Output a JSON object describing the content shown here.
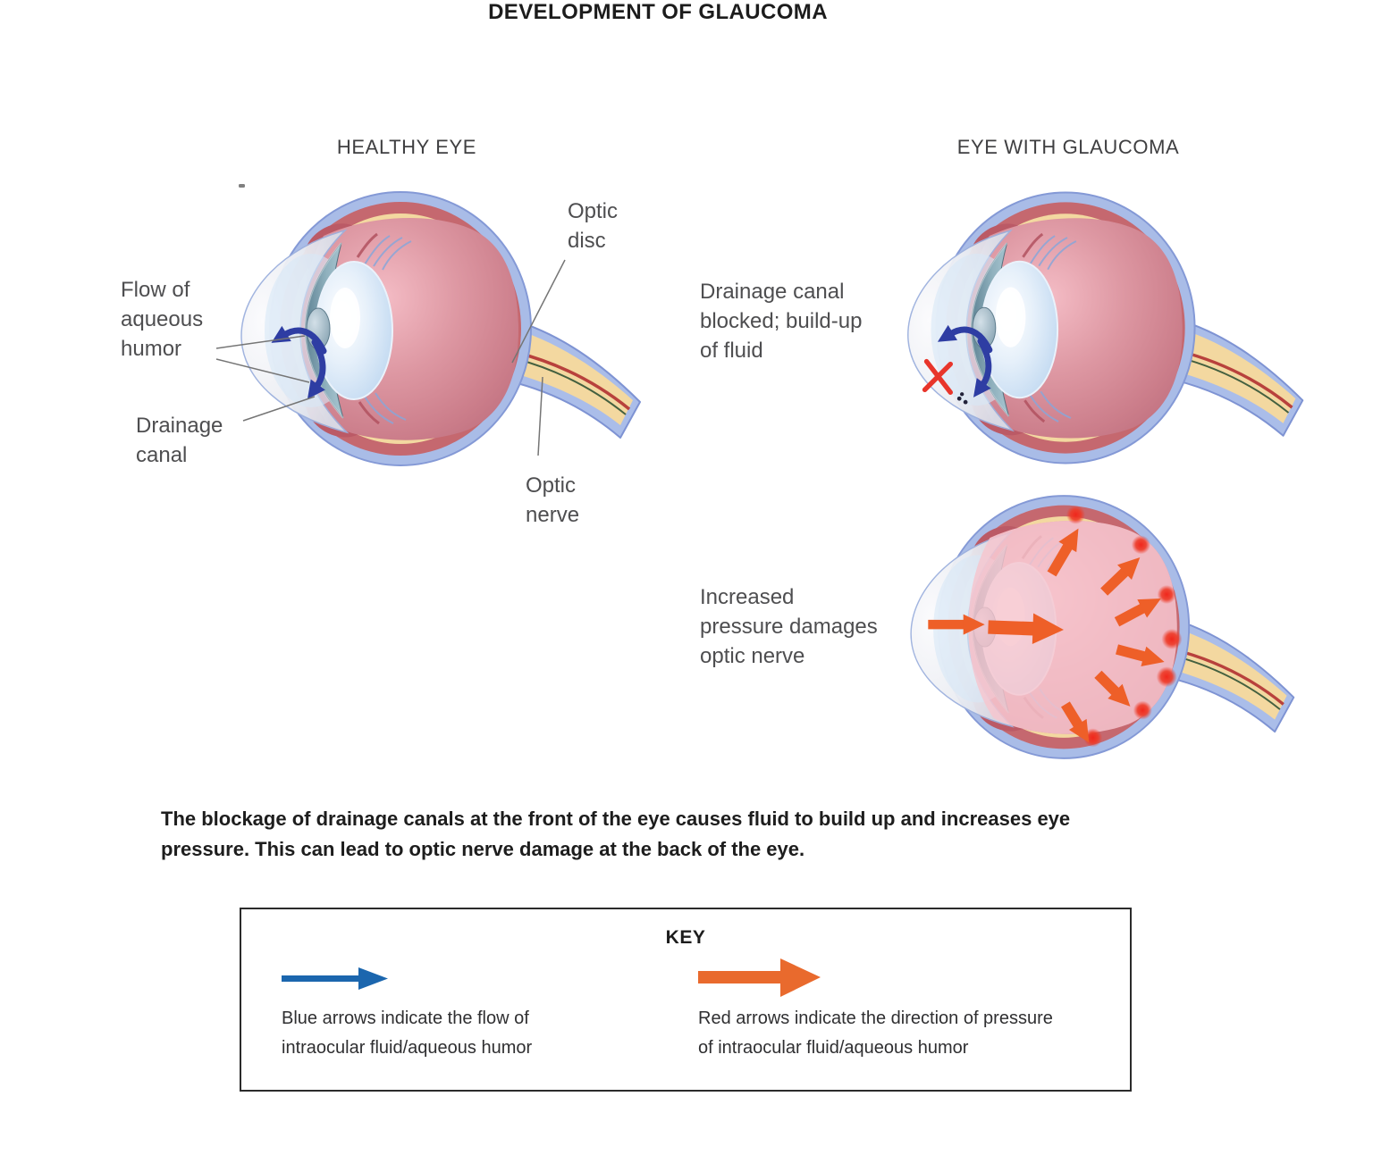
{
  "title": "DEVELOPMENT OF GLAUCOMA",
  "sections": {
    "healthy": {
      "heading": "HEALTHY EYE"
    },
    "glaucoma": {
      "heading": "EYE WITH GLAUCOMA"
    }
  },
  "labels": {
    "flow_aqueous_humor": "Flow of\naqueous\nhumor",
    "drainage_canal": "Drainage\ncanal",
    "optic_disc": "Optic\ndisc",
    "optic_nerve": "Optic\nnerve",
    "drainage_blocked": "Drainage canal\nblocked; build-up\nof fluid",
    "increased_pressure": "Increased\npressure damages\noptic nerve"
  },
  "caption": "The blockage of drainage canals at the front of the eye causes fluid to build up and increases eye\npressure. This can lead to optic nerve damage at the back of the eye.",
  "key": {
    "title": "KEY",
    "blue_description": "Blue arrows indicate the flow of\nintraocular fluid/aqueous humor",
    "red_description": "Red arrows indicate the direction of pressure\nof intraocular fluid/aqueous humor"
  },
  "colors": {
    "eye_outer_blue": "#a9bce7",
    "choroid_red": "#c5686f",
    "sclera_yellow": "#f3d8a0",
    "vitreous_pink": "#dd97a2",
    "vitreous_pink_light": "#f6c5cd",
    "flow_arrow_blue": "#2e3da3",
    "pressure_arrow_orange": "#ee5f28",
    "key_arrow_blue": "#1b66ae",
    "key_arrow_orange": "#e96a2d",
    "blocked_x_red": "#e8352b",
    "damage_spot_red": "#ee3a27"
  }
}
